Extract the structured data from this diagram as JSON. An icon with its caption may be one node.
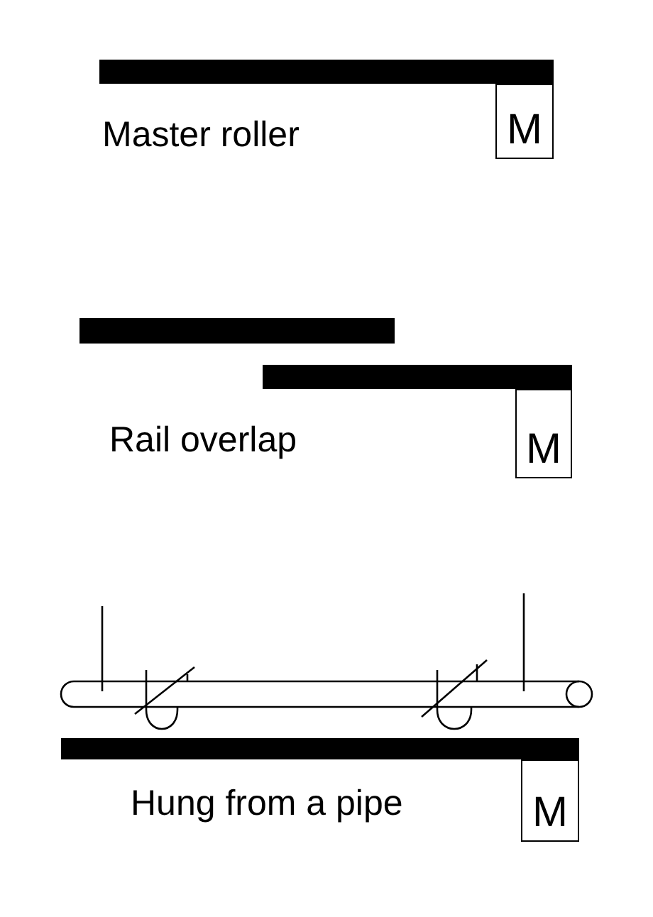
{
  "diagram": {
    "nodes": [
      {
        "text": [],
        "shape": "bar"
      },
      {
        "text": [
          "M"
        ]
      },
      {
        "text": [],
        "shape": "bar"
      },
      {
        "text": [],
        "shape": "bar"
      },
      {
        "text": [
          "M"
        ]
      },
      {
        "text": [],
        "shape": "bar"
      },
      {
        "text": [
          "M"
        ]
      }
    ],
    "labels": [
      "Master roller",
      "Rail overlap",
      "Hung from a pipe"
    ]
  }
}
